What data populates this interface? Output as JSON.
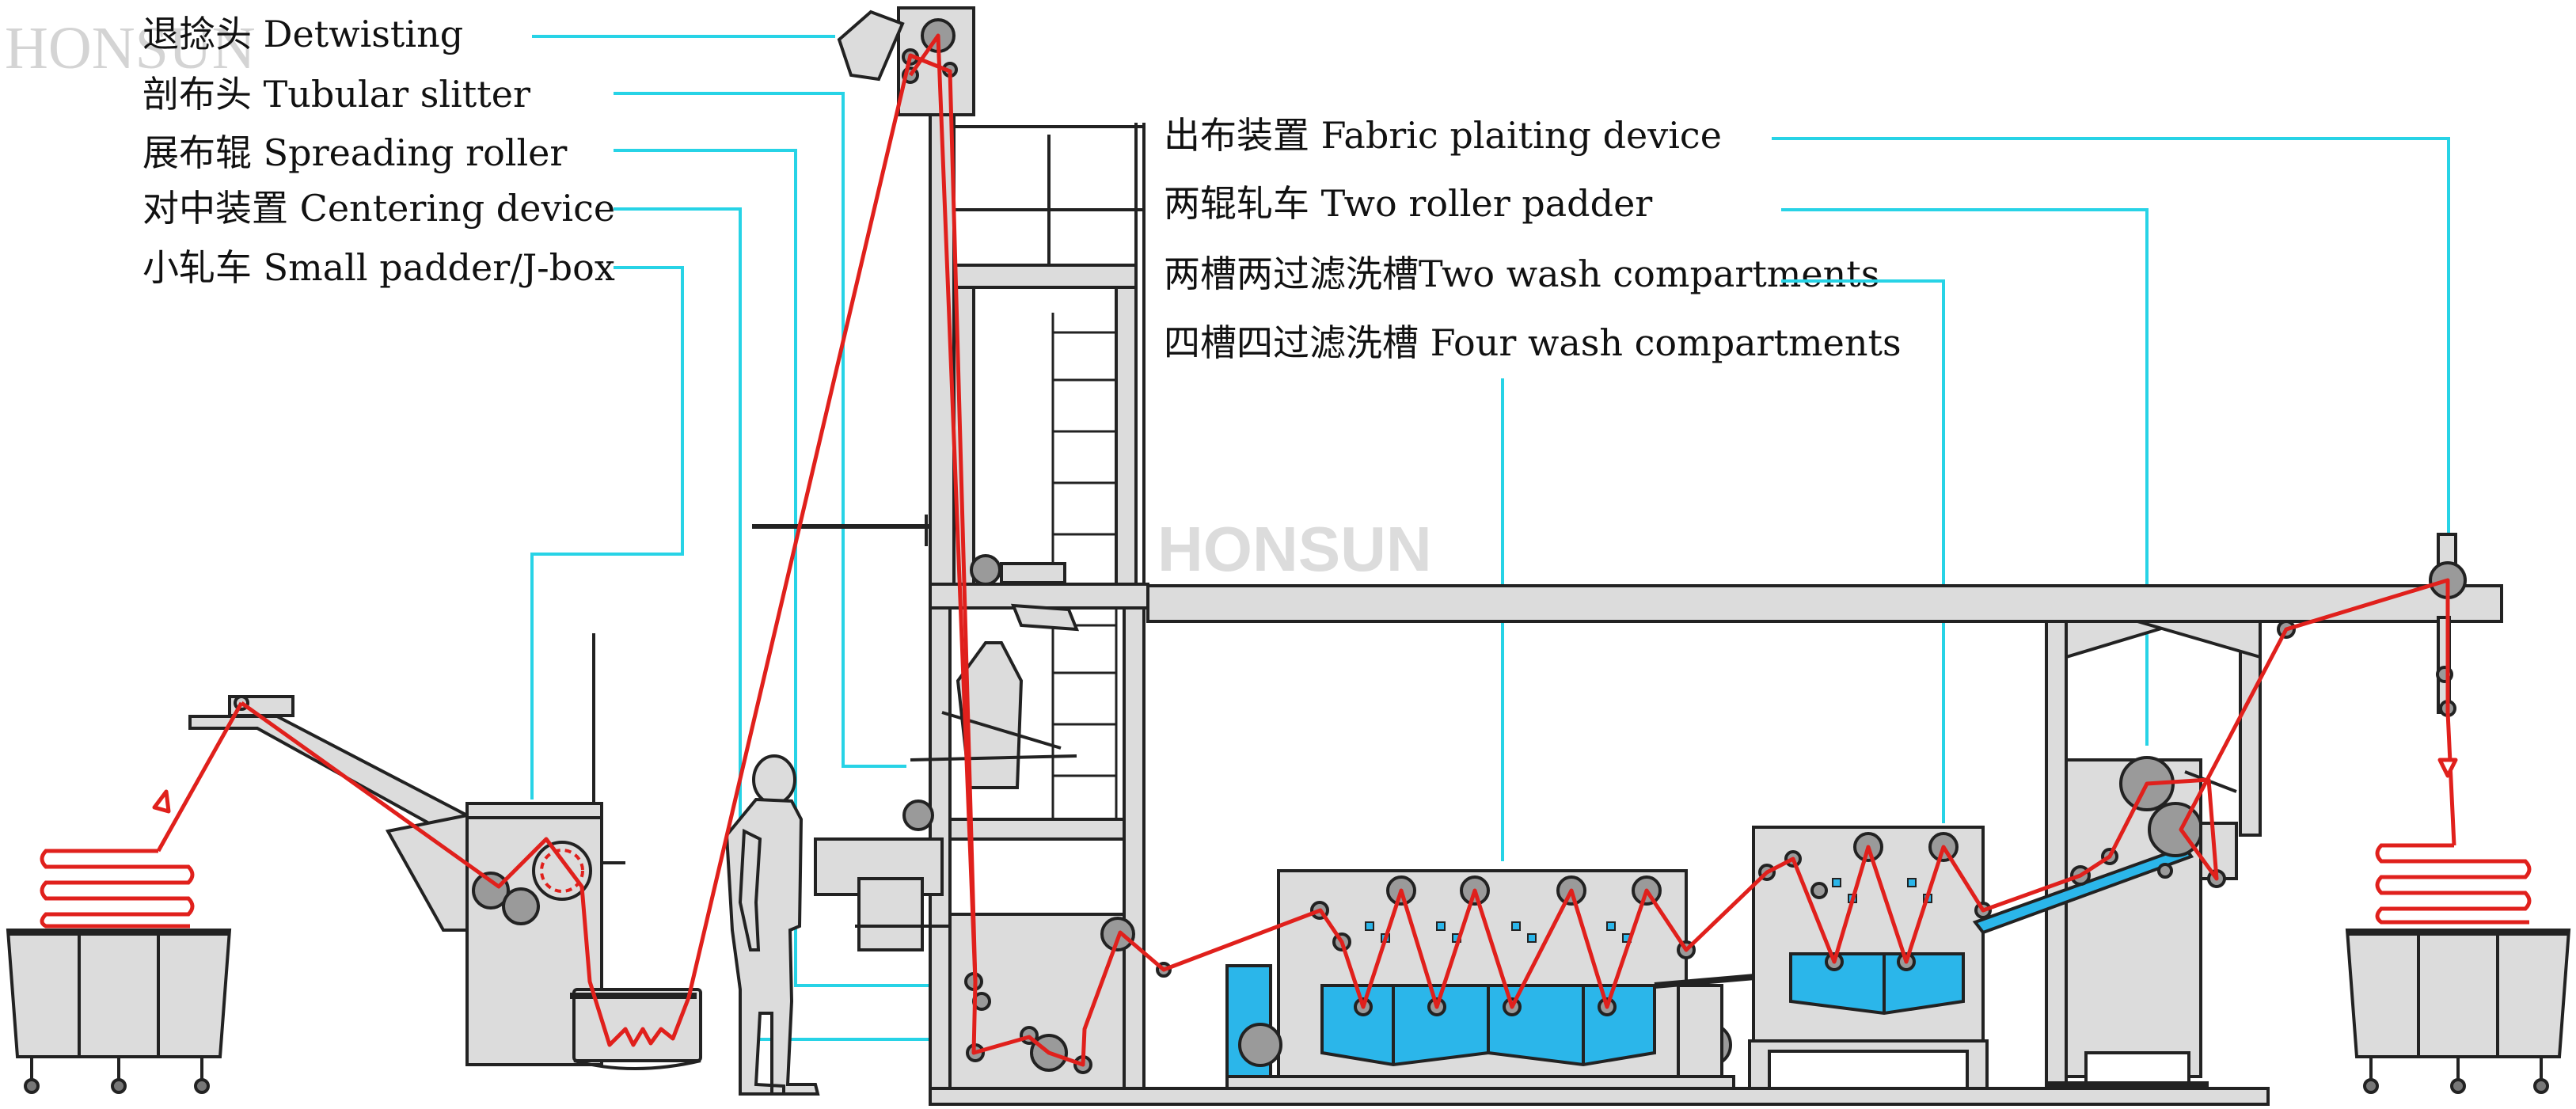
{
  "watermarks": {
    "corner": "HONSUN",
    "center": "HONSUN"
  },
  "labels_left": [
    {
      "zh": "退捻头",
      "en": "Detwisting"
    },
    {
      "zh": "剖布头",
      "en": "Tubular slitter"
    },
    {
      "zh": "展布辊",
      "en": "Spreading roller"
    },
    {
      "zh": "对中装置",
      "en": "Centering device"
    },
    {
      "zh": "小轧车",
      "en": "Small padder/J-box"
    }
  ],
  "labels_right": [
    {
      "zh": "出布装置",
      "en": "Fabric plaiting device"
    },
    {
      "zh": "两辊轧车",
      "en": "Two roller padder"
    },
    {
      "zh": "两槽两过滤洗槽",
      "en": "Two wash compartments"
    },
    {
      "zh": "四槽四过滤洗槽",
      "en": "Four wash compartments"
    }
  ],
  "colors": {
    "leader_line": "#27d3e6",
    "fabric_path": "#e0201c",
    "machine_fill": "#dcdcdc",
    "machine_stroke": "#222222",
    "water": "#2bb6ea",
    "roller": "#9a9a9a"
  }
}
